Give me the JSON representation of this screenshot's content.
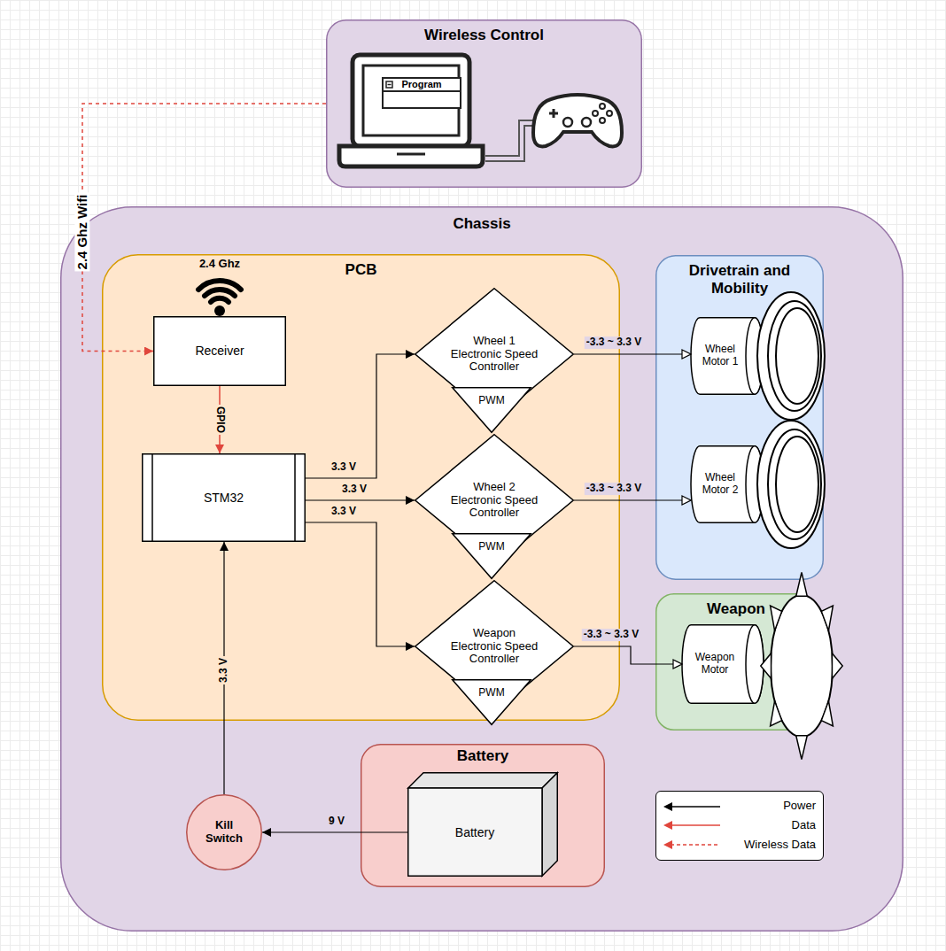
{
  "diagram": {
    "nodes": [
      {
        "text": [
          "Wireless Control"
        ]
      },
      {
        "text": [
          "Chassis"
        ]
      },
      {
        "text": [
          "PCB"
        ],
        "in": 1
      },
      {
        "text": [
          "Receiver"
        ],
        "in": 2
      },
      {
        "text": [
          "STM32"
        ],
        "in": 2
      },
      {
        "text": [
          "Wheel 1 Electronic Speed Controller"
        ],
        "in": 2
      },
      {
        "text": [
          "PWM"
        ],
        "in": 2
      },
      {
        "text": [
          "Wheel 2 Electronic Speed Controller"
        ],
        "in": 2
      },
      {
        "text": [
          "PWM"
        ],
        "in": 2
      },
      {
        "text": [
          "Weapon Electronic Speed Controller"
        ],
        "in": 2
      },
      {
        "text": [
          "PWM"
        ],
        "in": 2
      },
      {
        "text": [
          "Drivetrain and Mobility"
        ],
        "in": 1
      },
      {
        "text": [
          "Wheel Motor 1"
        ],
        "in": 11
      },
      {
        "text": [
          "Wheel Motor 2"
        ],
        "in": 11
      },
      {
        "text": [
          "Weapon"
        ],
        "in": 1
      },
      {
        "text": [
          "Weapon Motor"
        ],
        "in": 14
      },
      {
        "text": [
          "Battery"
        ],
        "in": 1
      },
      {
        "text": [
          "Battery"
        ],
        "in": 16
      },
      {
        "text": [
          "Kill Switch"
        ],
        "in": 1
      }
    ],
    "edges": [
      {
        "from": 0,
        "to": 3,
        "label": "2.4 Ghz Wifi",
        "arrow": "to"
      },
      {
        "from": 3,
        "to": 4,
        "label": "GPIO",
        "arrow": "to"
      },
      {
        "from": 4,
        "to": 5,
        "label": "3.3 V",
        "arrow": "to"
      },
      {
        "from": 4,
        "to": 7,
        "label": "3.3 V",
        "arrow": "to"
      },
      {
        "from": 4,
        "to": 9,
        "label": "3.3 V",
        "arrow": "to"
      },
      {
        "from": 5,
        "to": 12,
        "label": "-3.3 ~ 3.3 V",
        "arrow": "to"
      },
      {
        "from": 7,
        "to": 13,
        "label": "-3.3 ~ 3.3 V",
        "arrow": "to"
      },
      {
        "from": 9,
        "to": 15,
        "label": "-3.3 ~ 3.3 V",
        "arrow": "to"
      },
      {
        "from": 18,
        "to": 4,
        "label": "3.3 V",
        "arrow": "to"
      },
      {
        "from": 17,
        "to": 18,
        "label": "9 V",
        "arrow": "to"
      }
    ],
    "labels": [
      "Program",
      "2.4 Ghz"
    ],
    "legend": [
      {
        "text": "Power"
      },
      {
        "text": "Data"
      },
      {
        "text": "Wireless Data"
      }
    ]
  }
}
